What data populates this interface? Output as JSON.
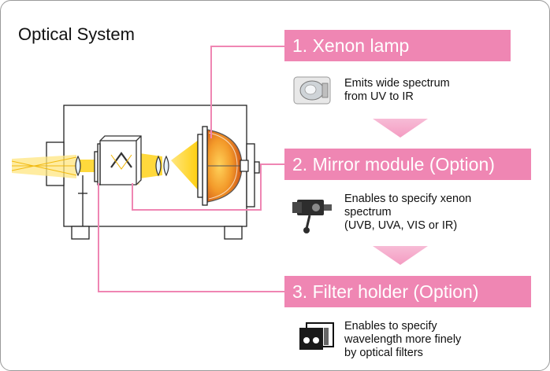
{
  "title": "Optical System",
  "steps": [
    {
      "label": "1. Xenon lamp",
      "description": [
        "Emits wide spectrum",
        "from UV to IR"
      ],
      "thumbnail_icon": "xenon-lamp-photo-icon"
    },
    {
      "label": "2. Mirror module (Option)",
      "description": [
        "Enables to specify xenon",
        "spectrum",
        "(UVB, UVA, VIS or IR)"
      ],
      "thumbnail_icon": "mirror-module-photo-icon"
    },
    {
      "label": "3. Filter holder (Option)",
      "description": [
        "Enables to specify",
        "wavelength more finely",
        "by optical filters"
      ],
      "thumbnail_icon": "filter-holder-photo-icon"
    }
  ],
  "colors": {
    "accent_pink": "#ef86b3",
    "arrow_pink": "#f6b3cf",
    "beam_yellow": "#ffd21a",
    "lamp_orange": "#f07a1a",
    "housing_stroke": "#222222"
  }
}
